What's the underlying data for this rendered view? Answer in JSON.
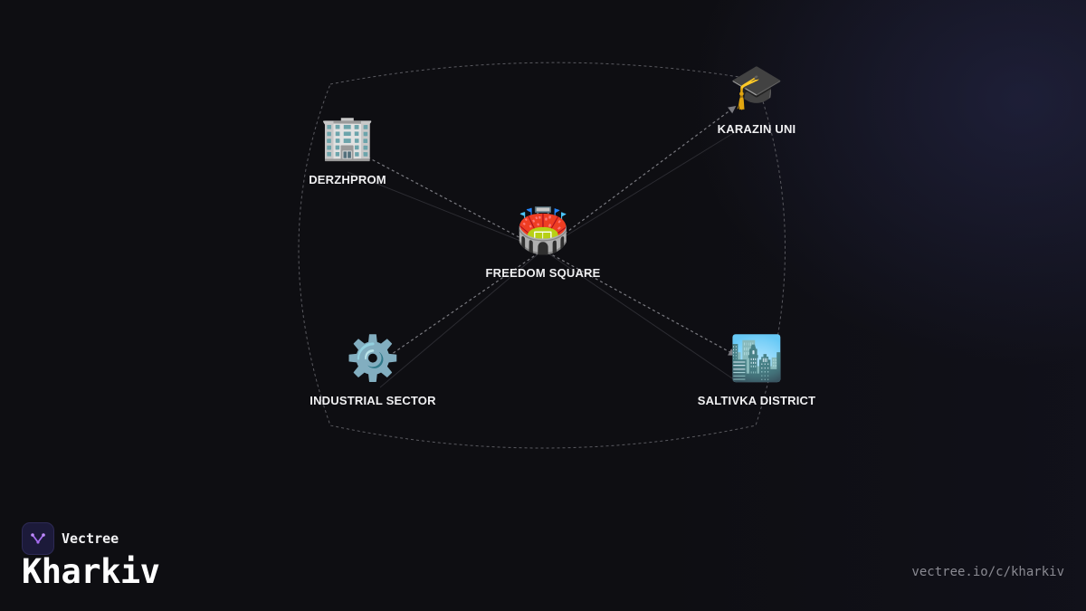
{
  "diagram": {
    "nodes": [
      {
        "id": "freedom-square",
        "icon": "🏟️",
        "icon_name": "stadium-icon",
        "label": "FREEDOM SQUARE"
      },
      {
        "id": "derzhprom",
        "icon": "🏢",
        "icon_name": "office-building-icon",
        "label": "DERZHPROM"
      },
      {
        "id": "karazin-uni",
        "icon": "🎓",
        "icon_name": "graduation-cap-icon",
        "label": "KARAZIN UNI"
      },
      {
        "id": "industrial-sector",
        "icon": "⚙️",
        "icon_name": "gear-icon",
        "label": "INDUSTRIAL SECTOR"
      },
      {
        "id": "saltivka-district",
        "icon": "🏙️",
        "icon_name": "cityscape-icon",
        "label": "SALTIVKA DISTRICT"
      }
    ],
    "edges": [
      {
        "from": "freedom-square",
        "to": "derzhprom"
      },
      {
        "from": "freedom-square",
        "to": "karazin-uni"
      },
      {
        "from": "freedom-square",
        "to": "industrial-sector"
      },
      {
        "from": "freedom-square",
        "to": "saltivka-district"
      }
    ],
    "colors": {
      "background": "#0e0e12",
      "edge": "#7a7a80",
      "label": "#f0f0f2",
      "logo_accent": "#a66cf0"
    }
  },
  "brand": {
    "name": "Vectree",
    "logo_icon": "vectree-logo-icon"
  },
  "city": "Kharkiv",
  "url": "vectree.io/c/kharkiv"
}
